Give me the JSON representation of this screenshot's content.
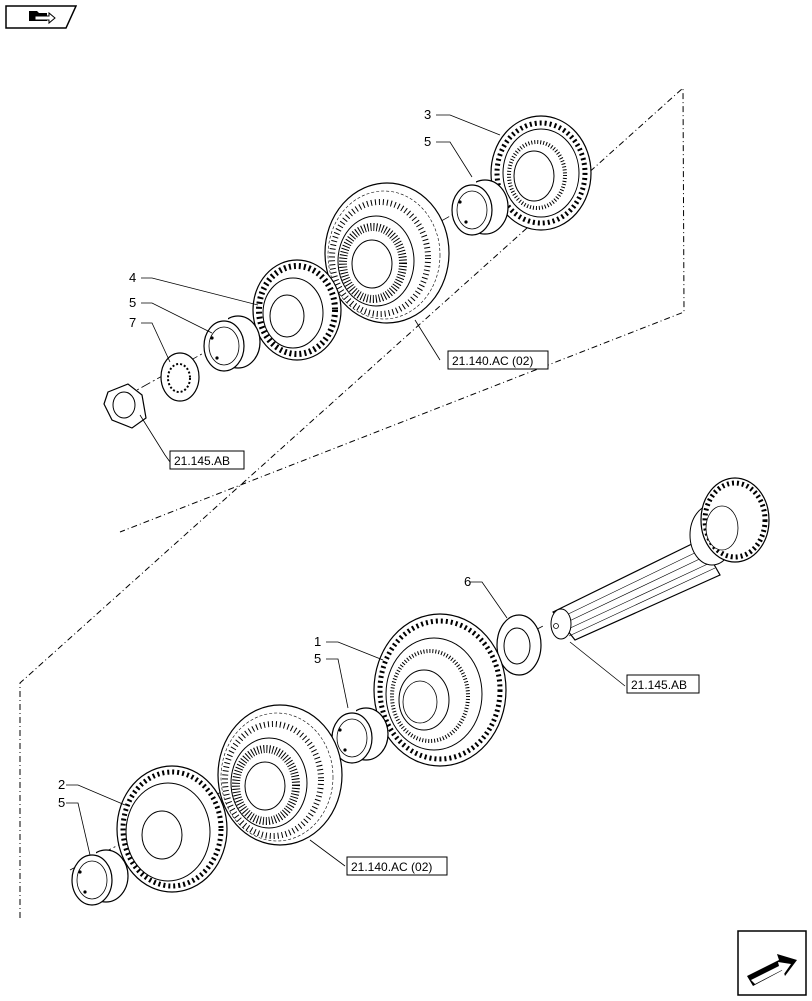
{
  "nav": {
    "back_icon": "folder-arrow-icon",
    "next_icon": "next-page-arrow-icon"
  },
  "callouts": {
    "c1": "1",
    "c2": "2",
    "c3": "3",
    "c4": "4",
    "c5a": "5",
    "c5b": "5",
    "c5c": "5",
    "c5d": "5",
    "c6": "6",
    "c7": "7"
  },
  "references": {
    "r1": "21.140.AC (02)",
    "r2": "21.145.AB",
    "r3": "21.145.AB",
    "r4": "21.140.AC (02)"
  }
}
